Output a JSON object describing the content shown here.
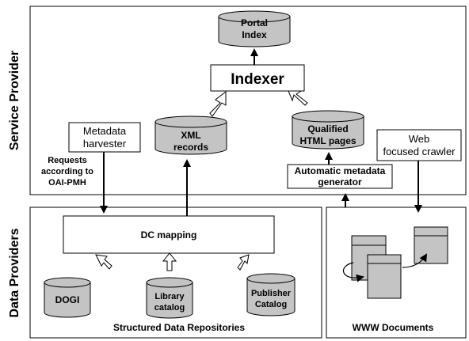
{
  "regions": {
    "service_provider": "Service Provider",
    "data_providers": "Data Providers"
  },
  "nodes": {
    "portal_index": [
      "Portal",
      "Index"
    ],
    "indexer": "Indexer",
    "xml_records": [
      "XML",
      "records"
    ],
    "qualified_html": [
      "Qualified",
      "HTML pages"
    ],
    "metadata_harvester": [
      "Metadata",
      "harvester"
    ],
    "requests": [
      "Requests",
      "according to",
      "OAI-PMH"
    ],
    "web_crawler": [
      "Web",
      "focused crawler"
    ],
    "auto_metadata": [
      "Automatic metadata",
      "generator"
    ],
    "dc_mapping": "DC mapping",
    "dogi": "DOGI",
    "library_catalog": [
      "Library",
      "catalog"
    ],
    "publisher_catalog": [
      "Publisher",
      "Catalog"
    ],
    "structured_repos": "Structured Data Repositories",
    "www_documents": "WWW Documents"
  },
  "colors": {
    "cylinder_fill": "#c4c4c4",
    "doc_fill": "#c4c4c4",
    "stroke": "#000000"
  }
}
